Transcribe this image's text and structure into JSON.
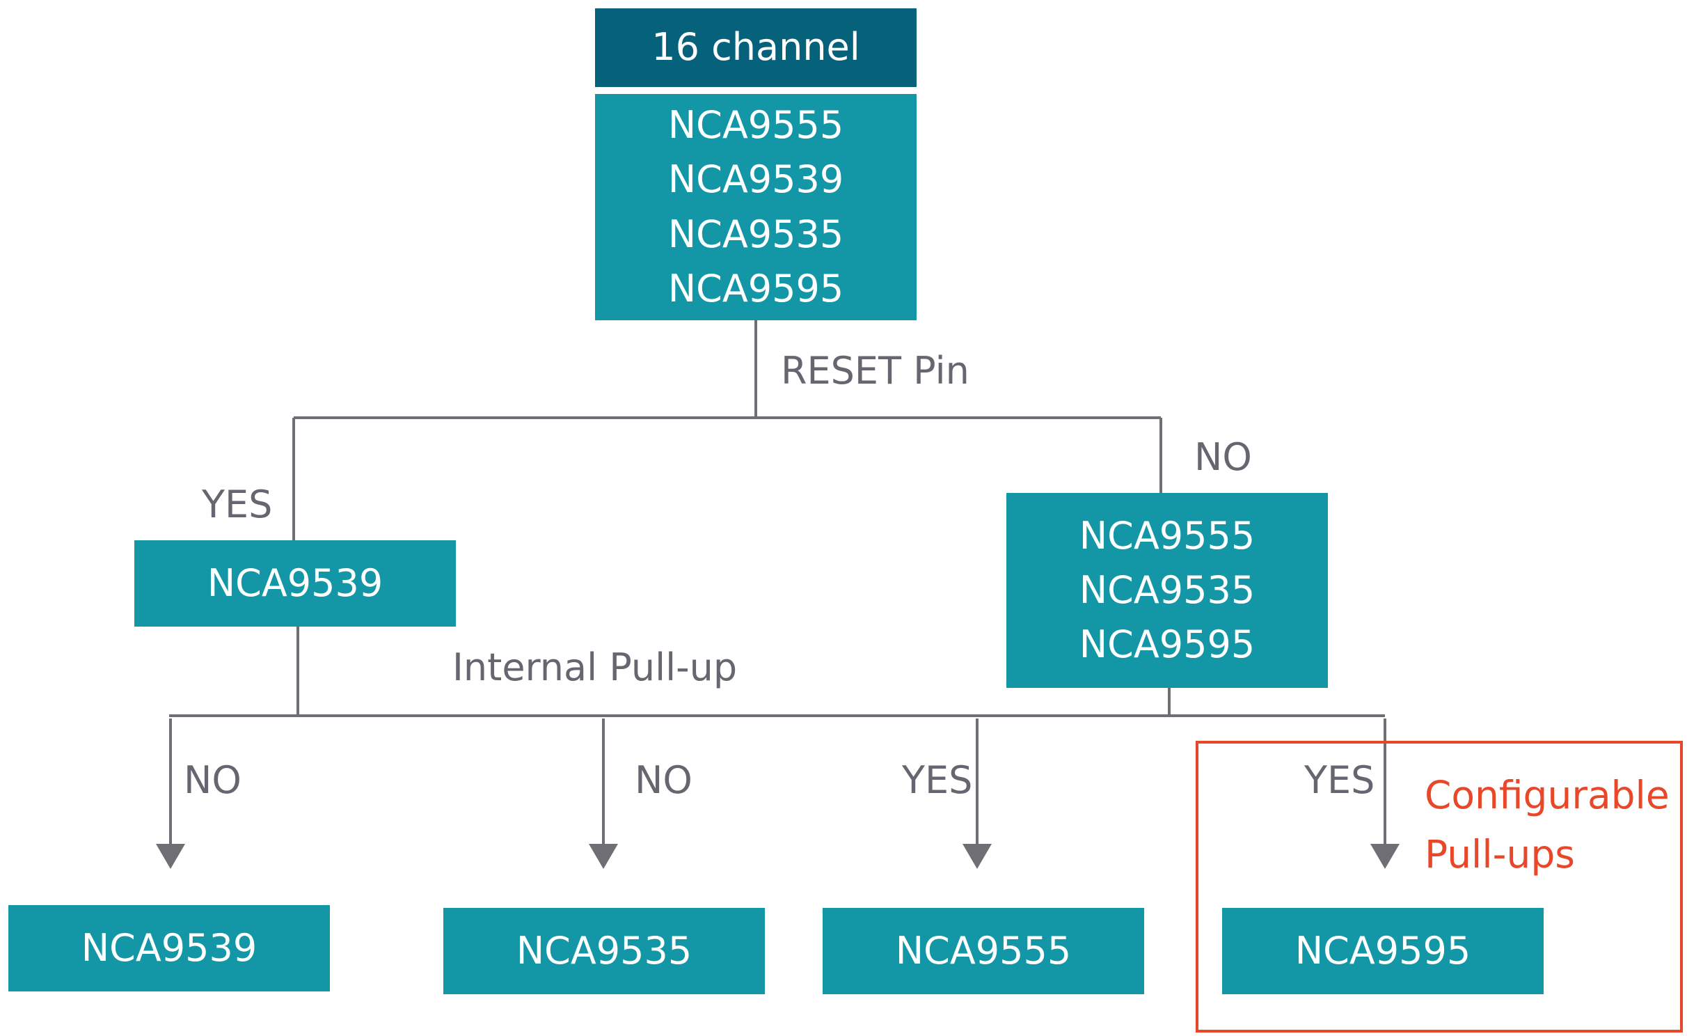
{
  "colors": {
    "header": "#06627b",
    "box": "#1397a6",
    "line": "#6e6e74",
    "text": "#666670",
    "accent": "#e8472a"
  },
  "root": {
    "header": "16 channel",
    "parts": [
      "NCA9555",
      "NCA9539",
      "NCA9535",
      "NCA9595"
    ]
  },
  "decision1": {
    "label": "RESET Pin",
    "yes_label": "YES",
    "no_label": "NO"
  },
  "yes_branch": {
    "parts": [
      "NCA9539"
    ]
  },
  "no_branch": {
    "parts": [
      "NCA9555",
      "NCA9535",
      "NCA9595"
    ]
  },
  "decision2": {
    "label": "Internal Pull-up",
    "branch_labels": [
      "NO",
      "NO",
      "YES",
      "YES"
    ]
  },
  "leaves": [
    "NCA9539",
    "NCA9535",
    "NCA9555",
    "NCA9595"
  ],
  "highlight": {
    "label_lines": [
      "Configurable",
      "Pull-ups"
    ]
  }
}
